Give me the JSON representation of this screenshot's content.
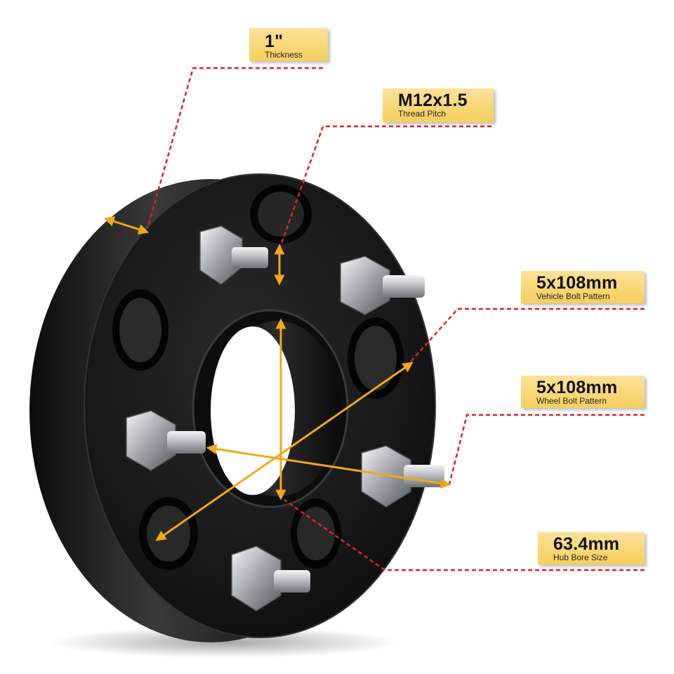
{
  "callouts": {
    "thickness": {
      "value": "1\"",
      "label": "Thickness"
    },
    "thread": {
      "value": "M12x1.5",
      "label": "Thread Pitch"
    },
    "vehicle_bolt": {
      "value": "5x108mm",
      "label": "Vehicle Bolt Pattern"
    },
    "wheel_bolt": {
      "value": "5x108mm",
      "label": "Wheel Bolt Pattern"
    },
    "hub_bore": {
      "value": "63.4mm",
      "label": "Hub Bore Size"
    }
  },
  "colors": {
    "callout_fill": "#f7cf5c",
    "leader_line": "#d9232d",
    "dimension_arrow": "#f2a71b",
    "spacer_body": "#1b1b1b",
    "lug_nut": "#c9ccd0"
  },
  "icons": [
    "wheel-spacer-image",
    "lug-stud-icon",
    "lug-nut-icon",
    "dimension-arrow-icon"
  ]
}
